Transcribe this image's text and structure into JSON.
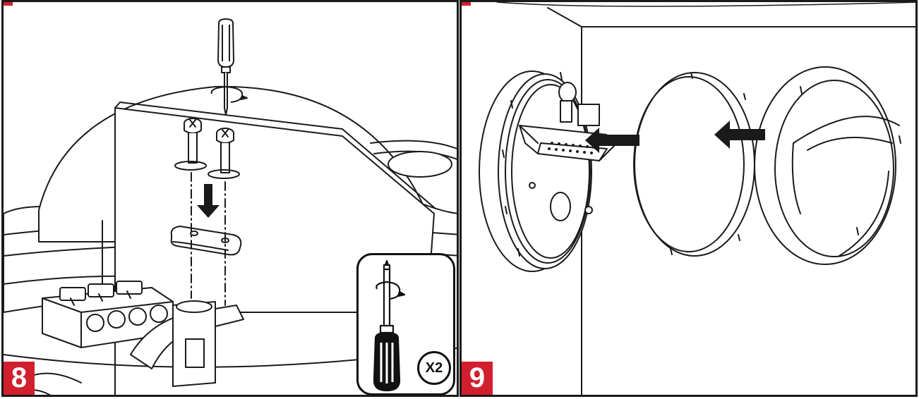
{
  "colors": {
    "badge": "#d11f2e",
    "line": "#1a1a1a",
    "fill": "#ffffff"
  },
  "panels": [
    {
      "step_number": "8",
      "tool_icon": "screwdriver-icon",
      "quantity": "X2"
    },
    {
      "step_number": "9"
    }
  ]
}
